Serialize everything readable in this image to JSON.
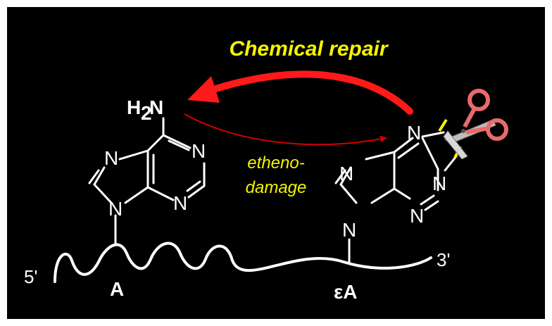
{
  "labels": {
    "repair": "Chemical repair",
    "damage_line1": "etheno-",
    "damage_line2": "damage",
    "prime5": "5'",
    "prime3": "3'",
    "nuc_left": "A",
    "nuc_right": "εA"
  },
  "adenine": {
    "amine_H": "H",
    "amine_sub": "2",
    "amine_N": "N",
    "n7": "N",
    "n1": "N",
    "n3": "N",
    "n9": "N"
  },
  "etheno_adenine": {
    "n7": "N",
    "n9": "N",
    "n3": "N",
    "n_ring_top": "N",
    "n_ring_bottom": "N"
  },
  "colors": {
    "background": "#000000",
    "frame": "#ffffff",
    "repair_arrow": "#ff1a1a",
    "damage_arrow": "#d00000",
    "label_yellow": "#f5f500",
    "scissors": "#e86a6a",
    "cut_mark": "#f5f500"
  },
  "icons": {
    "scissors": "scissors-icon"
  }
}
